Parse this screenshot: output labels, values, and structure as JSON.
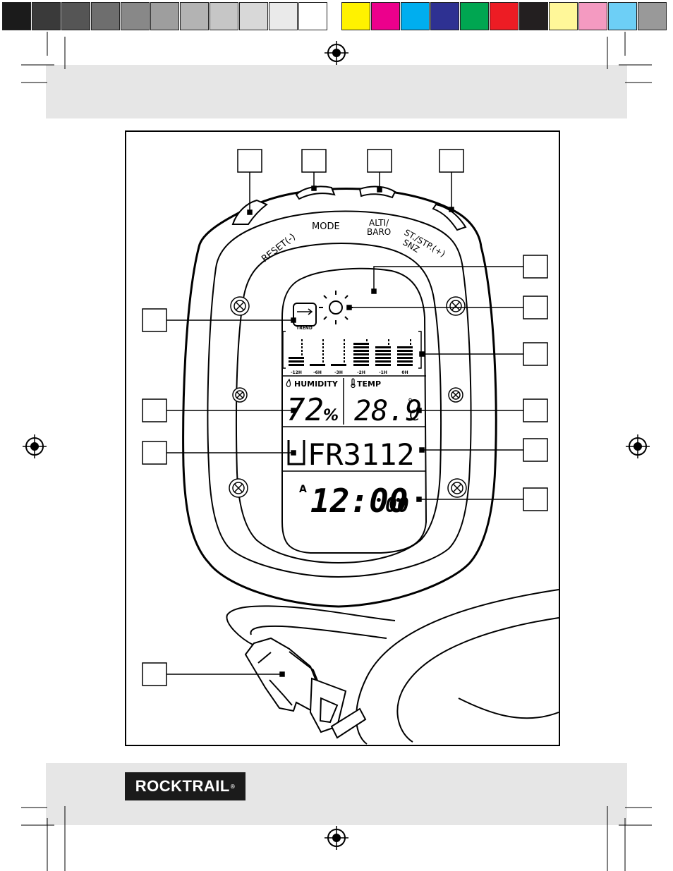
{
  "print_marks": {
    "swatches_gray": [
      "#1b1b1b",
      "#3a3a3a",
      "#555555",
      "#6e6e6e",
      "#888888",
      "#9e9e9e",
      "#b3b3b3",
      "#c6c6c6",
      "#d8d8d8",
      "#eaeaea",
      "#ffffff"
    ],
    "swatches_color": [
      "#fff200",
      "#ec008c",
      "#00aeef",
      "#2e3192",
      "#00a651",
      "#ed1c24",
      "#231f20",
      "#fff799",
      "#f49ac1",
      "#6dcff6",
      "#999999"
    ]
  },
  "device": {
    "buttons": {
      "reset": "RESET(-)",
      "mode": "MODE",
      "alti_line1": "ALTI/",
      "alti_line2": "BARO",
      "ststp_line1": "ST./STP.(+)",
      "ststp_line2": "SNZ"
    },
    "display": {
      "trend_label": "TREND",
      "history_ticks": [
        "-12H",
        "-6H",
        "-3H",
        "-2H",
        "-1H",
        "0H"
      ],
      "humidity_label": "HUMIDITY",
      "humidity_value": "72",
      "humidity_unit": "%",
      "temp_label": "TEMP",
      "temp_value": "28.9",
      "temp_unit_deg": "°",
      "temp_unit": "C",
      "date_row": "FR3112",
      "am_indicator": "A",
      "time_main": "12:00",
      "time_seconds": "00"
    }
  },
  "brand": {
    "name": "ROCKTRAIL",
    "reg": "®"
  }
}
